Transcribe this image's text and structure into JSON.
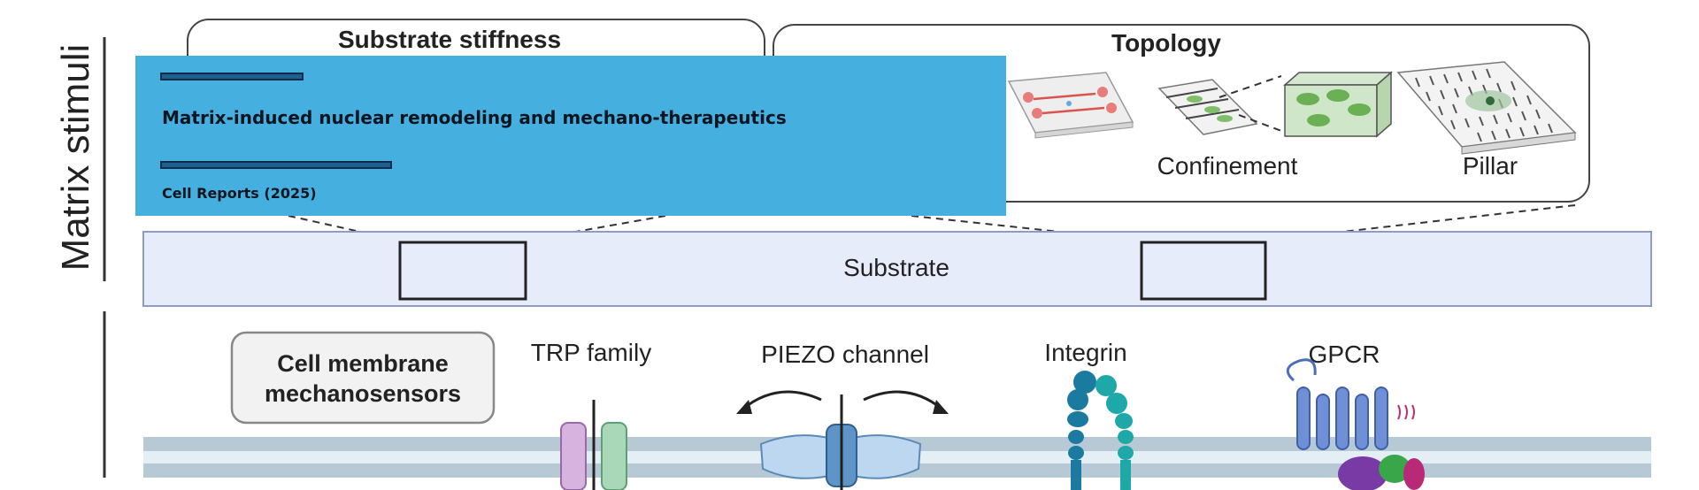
{
  "figure": {
    "vertical_label": "Matrix stimuli",
    "substrate_stiffness": {
      "title": "Substrate stiffness"
    },
    "topology": {
      "title": "Topology",
      "items": [
        "Confinement",
        "Pillar"
      ]
    },
    "substrate": {
      "label": "Substrate"
    },
    "membrane": {
      "box_label_line1": "Cell membrane",
      "box_label_line2": "mechanosensors",
      "sensors": [
        "TRP family",
        "PIEZO channel",
        "Integrin",
        "GPCR"
      ]
    }
  },
  "banner": {
    "title": "Matrix-induced nuclear remodeling and mechano-therapeutics",
    "journal": "Cell Reports (2025)"
  },
  "colors": {
    "banner_bg": "#45b0e0",
    "substrate_fill": "#e6ecf9",
    "membrane_fill": "#e3eef5",
    "integrin": "#1a7aa0",
    "gpcr": "#5b7fc7",
    "piezo": "#8fb8e0"
  }
}
